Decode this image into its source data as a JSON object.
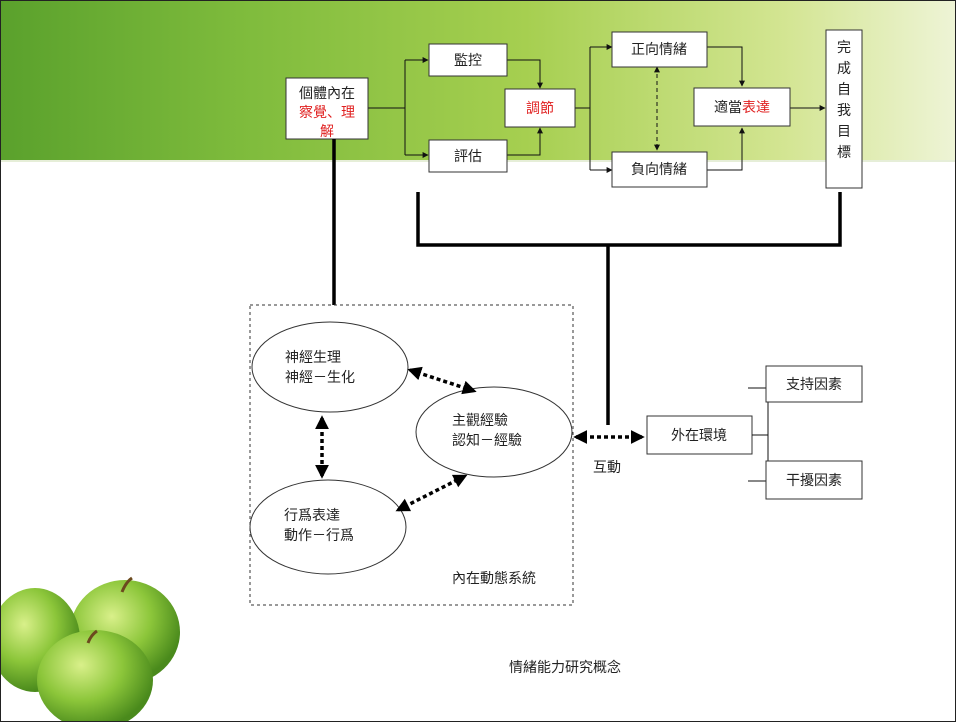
{
  "diagram": {
    "top_flow": {
      "source_line1": "個體內在",
      "source_line2": "察覺、理",
      "source_line3": "解",
      "monitor": "監控",
      "evaluate": "評估",
      "regulate": "調節",
      "positive_emotion": "正向情緒",
      "negative_emotion": "負向情緒",
      "expression_part1": "適當",
      "expression_part2": "表達",
      "goal_chars": [
        "完",
        "成",
        "自",
        "我",
        "目",
        "標"
      ]
    },
    "internal_system": {
      "label": "內在動態系統",
      "neuro_line1": "神經生理",
      "neuro_line2": "神經－生化",
      "subjective_line1": "主觀經驗",
      "subjective_line2": "認知－經驗",
      "behavior_line1": "行爲表達",
      "behavior_line2": "動作－行爲"
    },
    "interaction_label": "互動",
    "environment": {
      "label": "外在環境",
      "support": "支持因素",
      "interference": "干擾因素"
    },
    "caption": "情緒能力研究概念"
  },
  "colors": {
    "accent_text": "#e02020",
    "banner_dark": "#5aa12c",
    "banner_light": "#eef4d6"
  }
}
